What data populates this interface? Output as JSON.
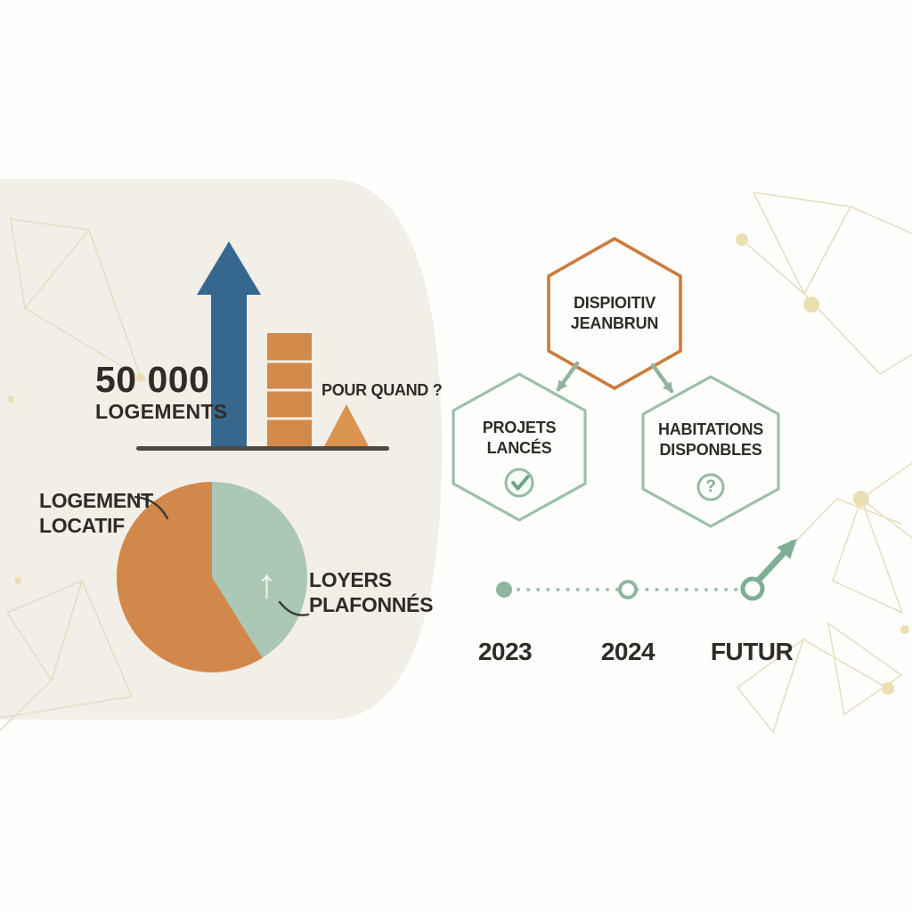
{
  "palette": {
    "panel_background": "#f1efe8",
    "blue": "#36688f",
    "orange": "#d2884a",
    "orange_outline": "#cb7b3e",
    "sage_green": "#abc7b6",
    "green_outline": "#9cbfa9",
    "green_accent": "#7fae94",
    "text_dark": "#2f2c28",
    "network_line": "#e7ddc1",
    "network_dot": "#ebdfb2"
  },
  "stats": {
    "value": "50 000",
    "label": "LOGEMENTS",
    "question": "POUR QUAND ?"
  },
  "pie": {
    "left_label": {
      "line1": "LOGEMENT",
      "line2": "LOCATIF"
    },
    "right_label": {
      "line1": "LOYERS",
      "line2": "PLAFONNÉS"
    }
  },
  "flow": {
    "root": {
      "line1": "DISPIOITIV",
      "line2": "JEANBRUN"
    },
    "left": {
      "line1": "PROJETS",
      "line2": "LANCÉS",
      "icon": "check-icon"
    },
    "right": {
      "line1": "HABITATIONS",
      "line2": "DISPONBLES",
      "icon": "question-icon",
      "icon_glyph": "?"
    }
  },
  "timeline": {
    "labels": [
      "2023",
      "2024",
      "FUTUR"
    ]
  },
  "chart_data": {
    "type": "pie",
    "labels": [
      "LOGEMENT LOCATIF",
      "LOYERS PLAFONNÉS"
    ],
    "values": [
      59,
      41
    ],
    "colors": [
      "#d2884a",
      "#abc7b6"
    ],
    "title": "",
    "legend_position": "callout-labels"
  }
}
